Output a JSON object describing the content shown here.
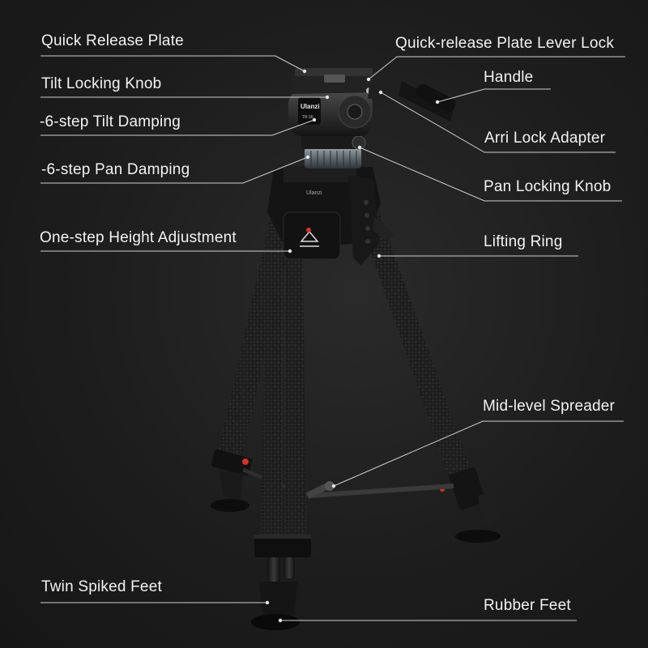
{
  "callouts_left": [
    {
      "id": "quick-release-plate",
      "text": "Quick Release Plate"
    },
    {
      "id": "tilt-locking-knob",
      "text": "Tilt Locking Knob"
    },
    {
      "id": "tilt-damping",
      "text": "-6-step Tilt Damping"
    },
    {
      "id": "pan-damping",
      "text": "-6-step Pan Damping"
    },
    {
      "id": "height-adjustment",
      "text": "One-step Height Adjustment"
    },
    {
      "id": "twin-spiked-feet",
      "text": "Twin Spiked Feet"
    }
  ],
  "callouts_right": [
    {
      "id": "lever-lock",
      "text": "Quick-release Plate Lever Lock"
    },
    {
      "id": "handle",
      "text": "Handle"
    },
    {
      "id": "arri-lock-adapter",
      "text": "Arri Lock Adapter"
    },
    {
      "id": "pan-locking-knob",
      "text": "Pan Locking Knob"
    },
    {
      "id": "lifting-ring",
      "text": "Lifting Ring"
    },
    {
      "id": "mid-level-spreader",
      "text": "Mid-level Spreader"
    },
    {
      "id": "rubber-feet",
      "text": "Rubber Feet"
    }
  ],
  "brand": {
    "head_logo": "Ulanzi",
    "head_model": "TB-36",
    "spider_logo": "Ulanzi"
  },
  "colors": {
    "background": "#1d1d1d",
    "label_text": "#f2f2f2",
    "leader_line": "#cfcfcf",
    "accent_red": "#d0332e"
  }
}
